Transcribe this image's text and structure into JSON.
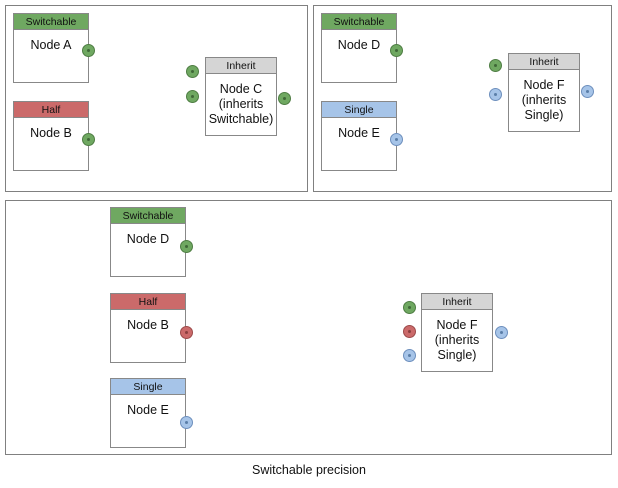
{
  "diagram": {
    "caption": "Switchable precision",
    "colors": {
      "switchable": "#6fa861",
      "half": "#cb6a6a",
      "single": "#a6c4e8",
      "inherit": "#d5d5d5",
      "panel_border": "#808080",
      "node_border": "#888888",
      "wire": "#555555",
      "background": "#ffffff"
    },
    "panels": [
      {
        "id": "panel-top-left",
        "nodes": [
          {
            "id": "node-a",
            "header": "Switchable",
            "header_kind": "switchable",
            "label": "Node A"
          },
          {
            "id": "node-b",
            "header": "Half",
            "header_kind": "half",
            "label": "Node B"
          },
          {
            "id": "node-c",
            "header": "Inherit",
            "header_kind": "inherit",
            "label": "Node C\n(inherits\nSwitchable)"
          }
        ],
        "ports": [
          {
            "id": "node-a-out",
            "color": "green",
            "on": "node-a",
            "side": "output"
          },
          {
            "id": "node-b-out",
            "color": "green",
            "on": "node-b",
            "side": "output"
          },
          {
            "id": "node-c-in-1",
            "color": "green",
            "on": "node-c",
            "side": "input"
          },
          {
            "id": "node-c-in-2",
            "color": "green",
            "on": "node-c",
            "side": "input"
          },
          {
            "id": "node-c-out",
            "color": "green",
            "on": "node-c",
            "side": "output"
          }
        ],
        "edges": [
          {
            "from": "node-a-out",
            "to": "node-c-in-1"
          },
          {
            "from": "node-b-out",
            "to": "node-c-in-2"
          },
          {
            "from": "node-c-out",
            "to": "open"
          }
        ]
      },
      {
        "id": "panel-top-right",
        "nodes": [
          {
            "id": "node-d",
            "header": "Switchable",
            "header_kind": "switchable",
            "label": "Node D"
          },
          {
            "id": "node-e",
            "header": "Single",
            "header_kind": "single",
            "label": "Node E"
          },
          {
            "id": "node-f",
            "header": "Inherit",
            "header_kind": "inherit",
            "label": "Node F\n(inherits\nSingle)"
          }
        ],
        "ports": [
          {
            "id": "node-d-out",
            "color": "green",
            "on": "node-d",
            "side": "output"
          },
          {
            "id": "node-e-out",
            "color": "blue",
            "on": "node-e",
            "side": "output"
          },
          {
            "id": "node-f-in-1",
            "color": "green",
            "on": "node-f",
            "side": "input"
          },
          {
            "id": "node-f-in-2",
            "color": "blue",
            "on": "node-f",
            "side": "input"
          },
          {
            "id": "node-f-out",
            "color": "blue",
            "on": "node-f",
            "side": "output"
          }
        ],
        "edges": [
          {
            "from": "node-d-out",
            "to": "node-f-in-1"
          },
          {
            "from": "node-e-out",
            "to": "node-f-in-2"
          },
          {
            "from": "node-f-out",
            "to": "open"
          }
        ]
      },
      {
        "id": "panel-bottom",
        "nodes": [
          {
            "id": "node-d2",
            "header": "Switchable",
            "header_kind": "switchable",
            "label": "Node D"
          },
          {
            "id": "node-b2",
            "header": "Half",
            "header_kind": "half",
            "label": "Node B"
          },
          {
            "id": "node-e2",
            "header": "Single",
            "header_kind": "single",
            "label": "Node E"
          },
          {
            "id": "node-f2",
            "header": "Inherit",
            "header_kind": "inherit",
            "label": "Node F\n(inherits\nSingle)"
          }
        ],
        "ports": [
          {
            "id": "node-d2-out",
            "color": "green",
            "on": "node-d2",
            "side": "output"
          },
          {
            "id": "node-b2-out",
            "color": "red",
            "on": "node-b2",
            "side": "output"
          },
          {
            "id": "node-e2-out",
            "color": "blue",
            "on": "node-e2",
            "side": "output"
          },
          {
            "id": "node-f2-in-1",
            "color": "green",
            "on": "node-f2",
            "side": "input"
          },
          {
            "id": "node-f2-in-2",
            "color": "red",
            "on": "node-f2",
            "side": "input"
          },
          {
            "id": "node-f2-in-3",
            "color": "blue",
            "on": "node-f2",
            "side": "input"
          },
          {
            "id": "node-f2-out",
            "color": "blue",
            "on": "node-f2",
            "side": "output"
          }
        ],
        "edges": [
          {
            "from": "node-d2-out",
            "to": "node-f2-in-1"
          },
          {
            "from": "node-b2-out",
            "to": "node-f2-in-2"
          },
          {
            "from": "node-e2-out",
            "to": "node-f2-in-3"
          }
        ]
      }
    ],
    "labels": {
      "node_a": "Node A",
      "node_b": "Node B",
      "node_c_l1": "Node C",
      "node_c_l2": "(inherits",
      "node_c_l3": "Switchable)",
      "node_d": "Node D",
      "node_e": "Node E",
      "node_f_l1": "Node F",
      "node_f_l2": "(inherits",
      "node_f_l3": "Single)",
      "hdr_switchable": "Switchable",
      "hdr_half": "Half",
      "hdr_single": "Single",
      "hdr_inherit": "Inherit"
    }
  }
}
